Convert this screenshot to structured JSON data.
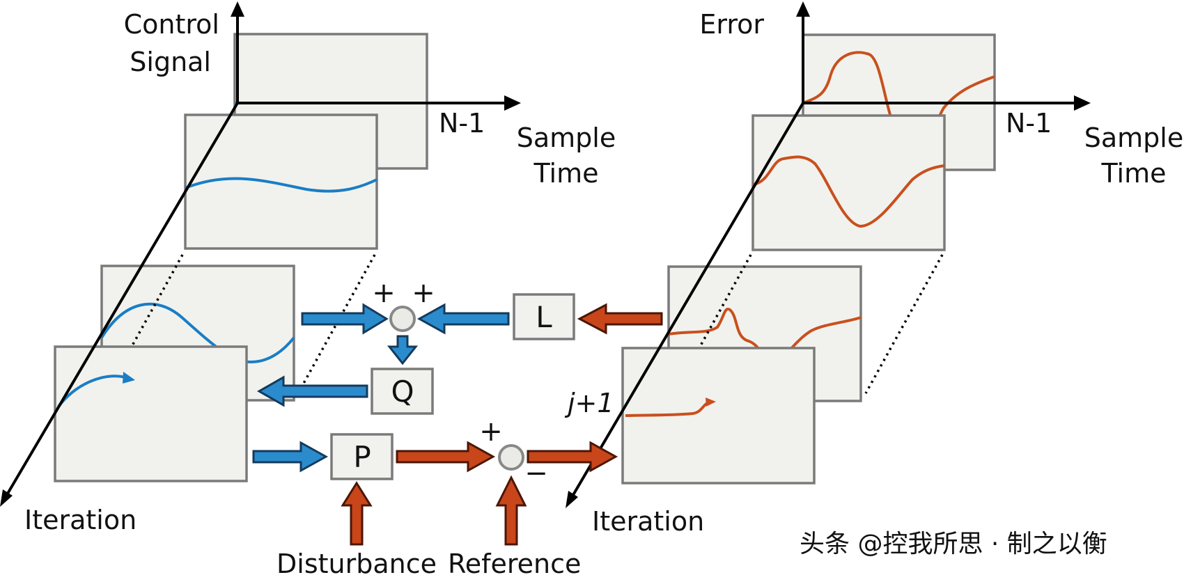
{
  "left_plot": {
    "y_axis_label_line1": "Control",
    "y_axis_label_line2": "Signal",
    "x_axis_end_label": "N-1",
    "x_axis_label_line1": "Sample",
    "x_axis_label_line2": "Time",
    "depth_axis_label": "Iteration"
  },
  "right_plot": {
    "y_axis_label": "Error",
    "x_axis_end_label": "N-1",
    "x_axis_label_line1": "Sample",
    "x_axis_label_line2": "Time",
    "depth_axis_label": "Iteration",
    "iteration_marker": "j+1"
  },
  "blocks": {
    "learning_filter": "L",
    "q_filter": "Q",
    "plant": "P"
  },
  "summing_junctions": {
    "update_sum_signs": [
      "+",
      "+"
    ],
    "error_sum_signs": [
      "+",
      "−"
    ]
  },
  "inputs": {
    "disturbance": "Disturbance",
    "reference": "Reference"
  },
  "watermark": "头条 @控我所思 · 制之以衡",
  "colors": {
    "control_signal": "#1a7dc5",
    "error_signal": "#c8501e",
    "frame_fill": "#f1f2ed",
    "frame_stroke": "#7a7a7a"
  }
}
